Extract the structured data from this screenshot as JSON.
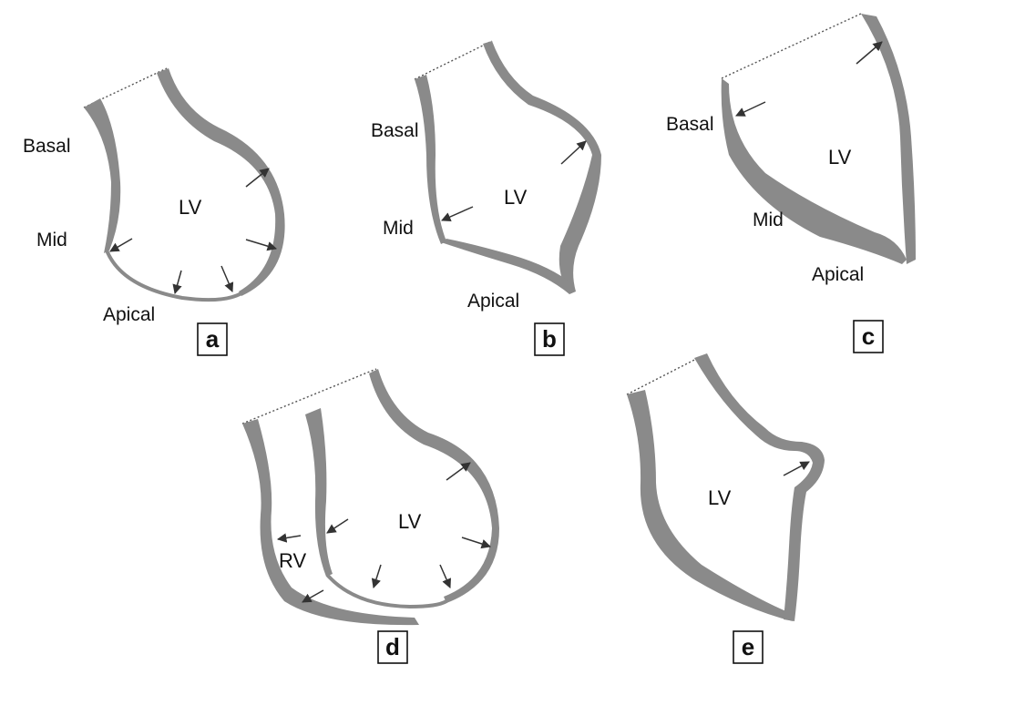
{
  "panels": {
    "a": {
      "letter": "a",
      "chamber": "LV",
      "basal": "Basal",
      "mid": "Mid",
      "apical": "Apical"
    },
    "b": {
      "letter": "b",
      "chamber": "LV",
      "basal": "Basal",
      "mid": "Mid",
      "apical": "Apical"
    },
    "c": {
      "letter": "c",
      "chamber": "LV",
      "basal": "Basal",
      "mid": "Mid",
      "apical": "Apical"
    },
    "d": {
      "letter": "d",
      "chamber": "LV",
      "rv": "RV"
    },
    "e": {
      "letter": "e",
      "chamber": "LV"
    }
  },
  "colors": {
    "wall": "#8a8a8a",
    "text": "#111111",
    "arrow": "#333333"
  }
}
